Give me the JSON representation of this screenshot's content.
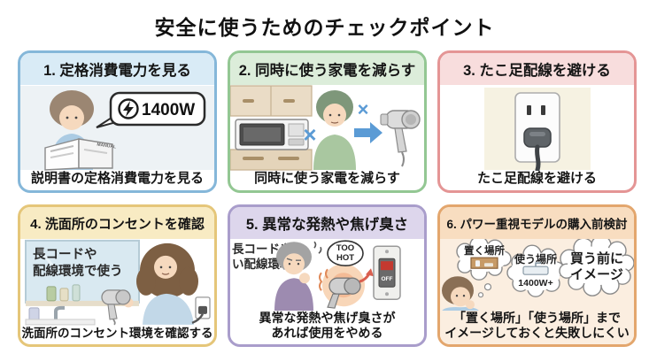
{
  "title": "安全に使うためのチェックポイント",
  "panels": [
    {
      "header": "1. 定格消費電力を見る",
      "caption": "説明書の定格消費電力を見る",
      "bubble_text": "1400W",
      "manual_label": "MANUAL",
      "border_color": "#85b7d9",
      "header_bg": "#d9ebf6"
    },
    {
      "header": "2. 同時に使う家電を減らす",
      "caption": "同時に使う家電を減らす",
      "x_mark": "×",
      "accent_blue": "#5b9bd5",
      "border_color": "#93c793",
      "header_bg": "#dcedda"
    },
    {
      "header": "3. たこ足配線を避ける",
      "caption": "たこ足配線を避ける",
      "border_color": "#e49595",
      "header_bg": "#f8dddd"
    },
    {
      "header": "4. 洗面所のコンセントを確認",
      "caption": "洗面所のコンセント環境を確認する",
      "overlay_line1": "長コードや",
      "overlay_line2": "配線環境で使う",
      "border_color": "#e5c679",
      "header_bg": "#f8ebc3"
    },
    {
      "header": "5. 異常な発熱や焦げ臭さ",
      "caption_line1": "異常な発熱や焦げ臭さが",
      "caption_line2": "あれば使用をやめる",
      "overlay_line1": "長コードや",
      "overlay_line2": "い配線環境",
      "too_hot_line1": "TOO",
      "too_hot_line2": "HOT",
      "off_label": "OFF",
      "border_color": "#a99dcb",
      "header_bg": "#ddd6ec"
    },
    {
      "header": "6. パワー重視モデルの購入前検討",
      "caption_line1": "「置く場所」「使う場所」まで",
      "caption_line2": "イメージしておくと失敗しにくい",
      "bubble1_label": "置く場所",
      "bubble2_label": "使う場所",
      "bubble2_watt": "1400W+",
      "bubble3_line1": "買う前に",
      "bubble3_line2": "イメージ",
      "border_color": "#e3a66d",
      "header_bg": "#f8ddc0",
      "content_bg": "#fbeee0"
    }
  ]
}
